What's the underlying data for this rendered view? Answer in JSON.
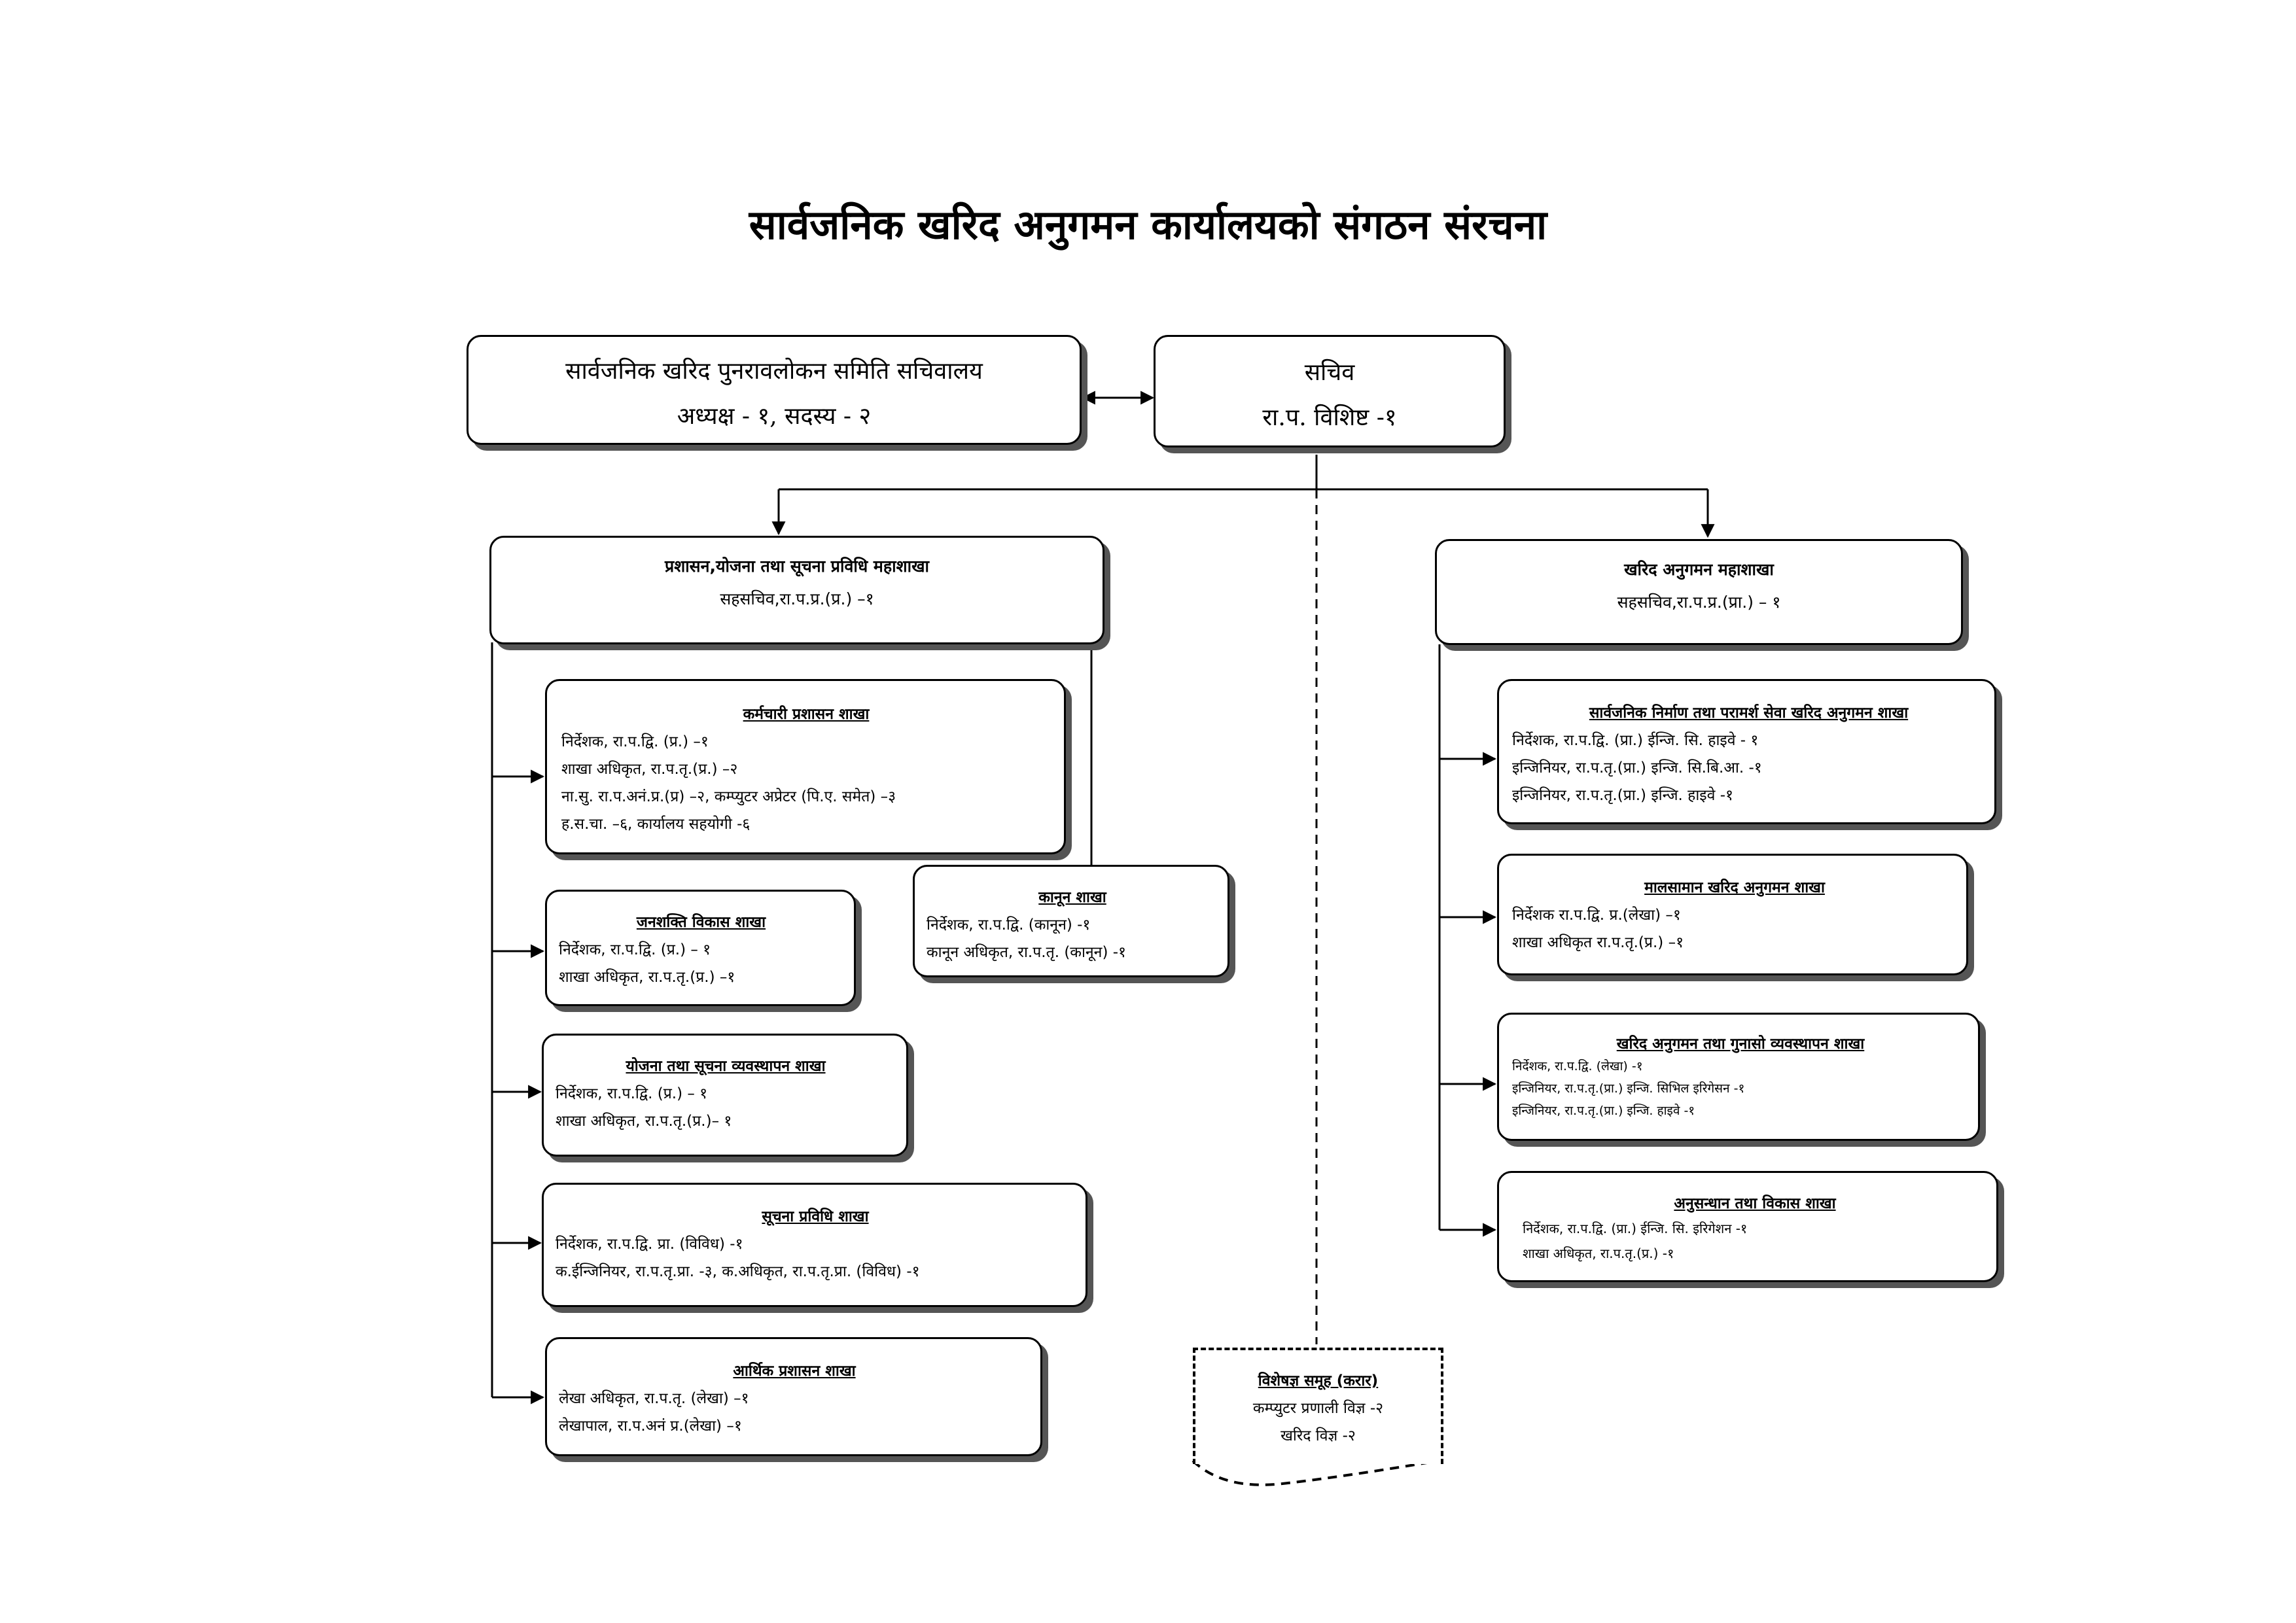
{
  "title": "सार्वजनिक खरिद अनुगमन कार्यालयको संगठन संरचना",
  "top": {
    "committee": {
      "title": "सार्वजनिक खरिद पुनरावलोकन समिति सचिवालय",
      "subtitle": "अध्यक्ष - १, सदस्य - २"
    },
    "secretary": {
      "title": "सचिव",
      "subtitle": "रा.प. विशिष्ट -१"
    }
  },
  "left_division": {
    "title": "प्रशासन,योजना तथा सूचना प्रविधि महाशाखा",
    "subtitle": "सहसचिव,रा.प.प्र.(प्र.) –१",
    "sections": [
      {
        "title": "कर्मचारी प्रशासन शाखा",
        "lines": [
          "निर्देशक, रा.प.द्वि. (प्र.) –१",
          "शाखा अधिकृत, रा.प.तृ.(प्र.) –२",
          "ना.सु. रा.प.अनं.प्र.(प्र) –२, कम्प्युटर अप्रेटर (पि.ए. समेत) –३",
          "ह.स.चा. –६, कार्यालय सहयोगी -६"
        ]
      },
      {
        "title": "जनशक्ति विकास शाखा",
        "lines": [
          "निर्देशक, रा.प.द्वि. (प्र.) – १",
          "शाखा अधिकृत, रा.प.तृ.(प्र.) –१"
        ]
      },
      {
        "title": "योजना तथा सूचना व्यवस्थापन शाखा",
        "lines": [
          "निर्देशक, रा.प.द्वि. (प्र.) – १",
          "शाखा अधिकृत, रा.प.तृ.(प्र.)– १"
        ]
      },
      {
        "title": "सूचना प्रविधि शाखा",
        "lines": [
          "निर्देशक, रा.प.द्वि. प्रा. (विविध) -१",
          "क.ईन्जिनियर, रा.प.तृ.प्रा. -३, क.अधिकृत, रा.प.तृ.प्रा. (विविध) -१"
        ]
      },
      {
        "title": "आर्थिक प्रशासन शाखा",
        "lines": [
          "लेखा अधिकृत, रा.प.तृ. (लेखा) –१",
          "लेखापाल, रा.प.अनं प्र.(लेखा) –१"
        ]
      }
    ],
    "law": {
      "title": "कानून शाखा",
      "lines": [
        "निर्देशक, रा.प.द्वि. (कानून) -१",
        "कानून अधिकृत, रा.प.तृ. (कानून) -१"
      ]
    }
  },
  "right_division": {
    "title": "खरिद अनुगमन महाशाखा",
    "subtitle": "सहसचिव,रा.प.प्र.(प्रा.) – १",
    "sections": [
      {
        "title": "सार्वजनिक निर्माण तथा परामर्श सेवा खरिद अनुगमन शाखा",
        "lines": [
          "निर्देशक, रा.प.द्वि. (प्रा.) ईन्जि. सि. हाइवे - १",
          "इन्जिनियर, रा.प.तृ.(प्रा.) इन्जि. सि.बि.आ. -१",
          "इन्जिनियर, रा.प.तृ.(प्रा.) इन्जि. हाइवे -१"
        ]
      },
      {
        "title": "मालसामान खरिद अनुगमन शाखा",
        "lines": [
          "निर्देशक रा.प.द्वि. प्र.(लेखा) –१",
          "शाखा अधिकृत रा.प.तृ.(प्र.) –१"
        ]
      },
      {
        "title": "खरिद अनुगमन तथा गुनासो व्यवस्थापन शाखा",
        "lines": [
          "निर्देशक, रा.प.द्वि. (लेखा) -१",
          "इन्जिनियर, रा.प.तृ.(प्रा.) इन्जि. सिभिल इरिगेसन -१",
          "इन्जिनियर, रा.प.तृ.(प्रा.) इन्जि. हाइवे -१"
        ]
      },
      {
        "title": "अनुसन्धान तथा विकास शाखा",
        "lines": [
          "निर्देशक, रा.प.द्वि. (प्रा.) ईन्जि. सि. इरिगेशन -१",
          "शाखा अधिकृत, रा.प.तृ.(प्र.) -१"
        ]
      }
    ]
  },
  "experts": {
    "title": "विशेषज्ञ समूह (करार)",
    "lines": [
      "कम्प्युटर प्रणाली विज्ञ -२",
      "खरिद विज्ञ -२"
    ]
  }
}
